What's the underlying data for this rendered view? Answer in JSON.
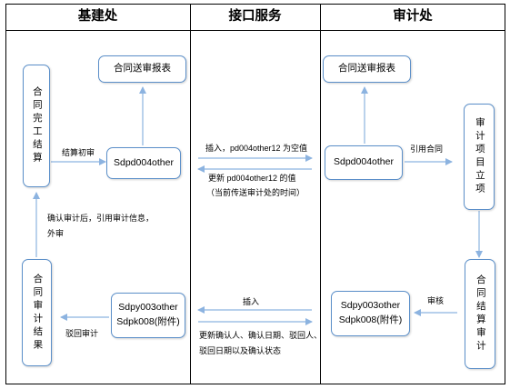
{
  "lanes": {
    "left": "基建处",
    "middle": "接口服务",
    "right": "审计处"
  },
  "left": {
    "contract_complete_settle": "合同完工结算",
    "report_box": "合同送审报表",
    "sdpd_box": "Sdpd004other",
    "settle_first_review_label": "结算初审",
    "confirm_label_line1": "确认审计后，引用审计信息，",
    "confirm_label_line2": "外审",
    "audit_result": "合同审计结果",
    "reject_label": "驳回审计",
    "sdpy_line1": "Sdpy003other",
    "sdpk_line2": "Sdpk008(附件)"
  },
  "middle": {
    "insert_label": "插入，pd004other12 为空值",
    "update_label_line1": "更新 pd004other12 的值",
    "update_label_line2": "（当前传送审计处的时间）",
    "insert2_label": "插入",
    "update2_label_line1": "更新确认人、确认日期、驳回人、",
    "update2_label_line2": "驳回日期以及确认状态"
  },
  "right": {
    "report_box": "合同送审报表",
    "sdpd_box": "Sdpd004other",
    "ref_contract_label": "引用合同",
    "audit_project_setup": "审计项目立项",
    "contract_settle_audit": "合同结算审计",
    "review_label": "审核",
    "sdpy_line1": "Sdpy003other",
    "sdpk_line2": "Sdpk008(附件)"
  },
  "colors": {
    "box_border": "#5b8fc9",
    "arrow": "#8cb3e0",
    "frame": "#000000"
  }
}
